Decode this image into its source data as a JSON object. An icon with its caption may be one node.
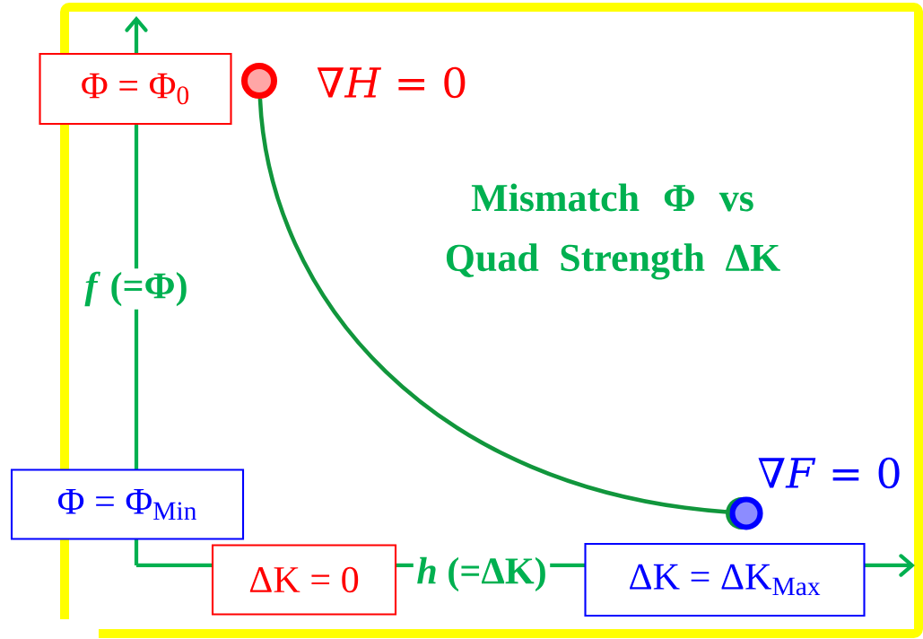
{
  "diagram": {
    "title": "Mismatch Φ vs Quad Strength ΔK",
    "nodes": [
      {
        "text": [
          "Φ = Φ$_{0}$"
        ]
      },
      {
        "text": [],
        "shape": "circle",
        "beside": [
          "∇*H* = 0"
        ]
      },
      {
        "text": [
          "Φ = Φ$_{Min}$"
        ]
      },
      {
        "text": [
          "ΔK = 0"
        ]
      },
      {
        "text": [],
        "shape": "circle",
        "beside": [
          "∇*F* = 0"
        ]
      },
      {
        "text": [
          "ΔK = ΔK$_{Max}$"
        ]
      }
    ],
    "edges": [
      {
        "from": 1,
        "to": 4,
        "arrow": "none"
      }
    ],
    "labels": [
      "*f* (=Φ)",
      "*h* (=ΔK)"
    ]
  }
}
